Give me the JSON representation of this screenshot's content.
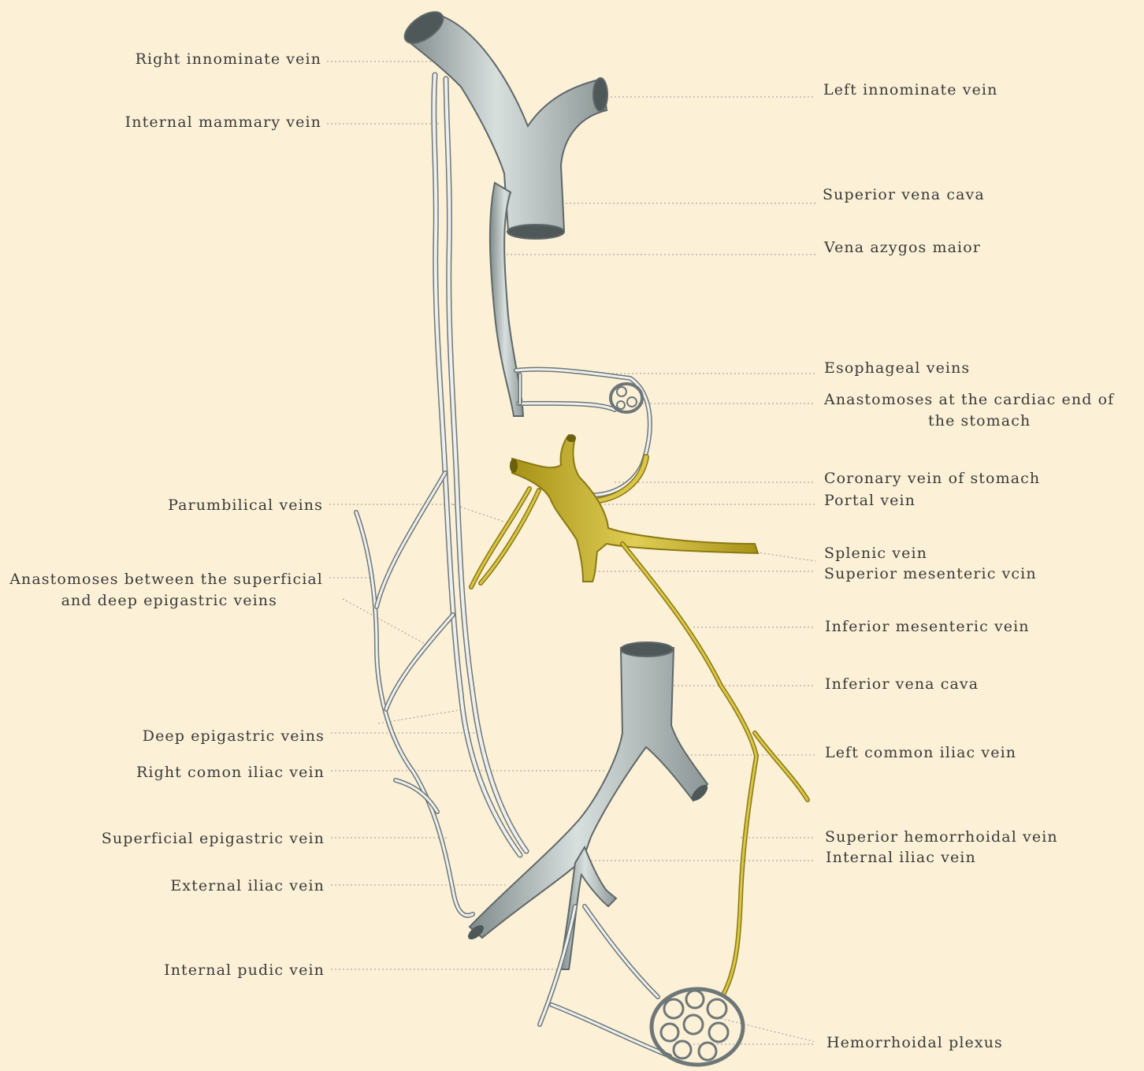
{
  "labels": {
    "right_innominate": "Right innominate vein",
    "internal_mammary": "Internal mammary vein",
    "left_innominate": "Left innominate vein",
    "superior_vena_cava": "Superior vena cava",
    "vena_azygos": "Vena azygos maior",
    "esophageal": "Esophageal veins",
    "anastomoses_cardiac_1": "Anastomoses at the cardiac end of",
    "anastomoses_cardiac_2": "the stomach",
    "coronary": "Coronary vein of stomach",
    "portal": "Portal vein",
    "parumbilical": "Parumbilical veins",
    "anastomoses_epigastric_1": "Anastomoses between the superficial",
    "anastomoses_epigastric_2": "and deep epigastric veins",
    "splenic": "Splenic vein",
    "superior_mesenteric": "Superior mesenteric vcin",
    "inferior_mesenteric": "Inferior mesenteric vein",
    "inferior_vena_cava": "Inferior vena cava",
    "deep_epigastric": "Deep epigastric veins",
    "right_common_iliac": "Right comon iliac vein",
    "left_common_iliac": "Left common iliac vein",
    "superficial_epigastric": "Superficial epigastric vein",
    "superior_hemorrhoidal": "Superior hemorrhoidal vein",
    "internal_iliac": "Internal iliac vein",
    "external_iliac": "External iliac vein",
    "internal_pudic": "Internal pudic vein",
    "hemorrhoidal_plexus": "Hemorrhoidal plexus"
  },
  "colors": {
    "background": "#fcf0d6",
    "systemic_vein": "#c9d3d2",
    "portal_system": "#d9c548",
    "text": "#3a3a3a"
  }
}
